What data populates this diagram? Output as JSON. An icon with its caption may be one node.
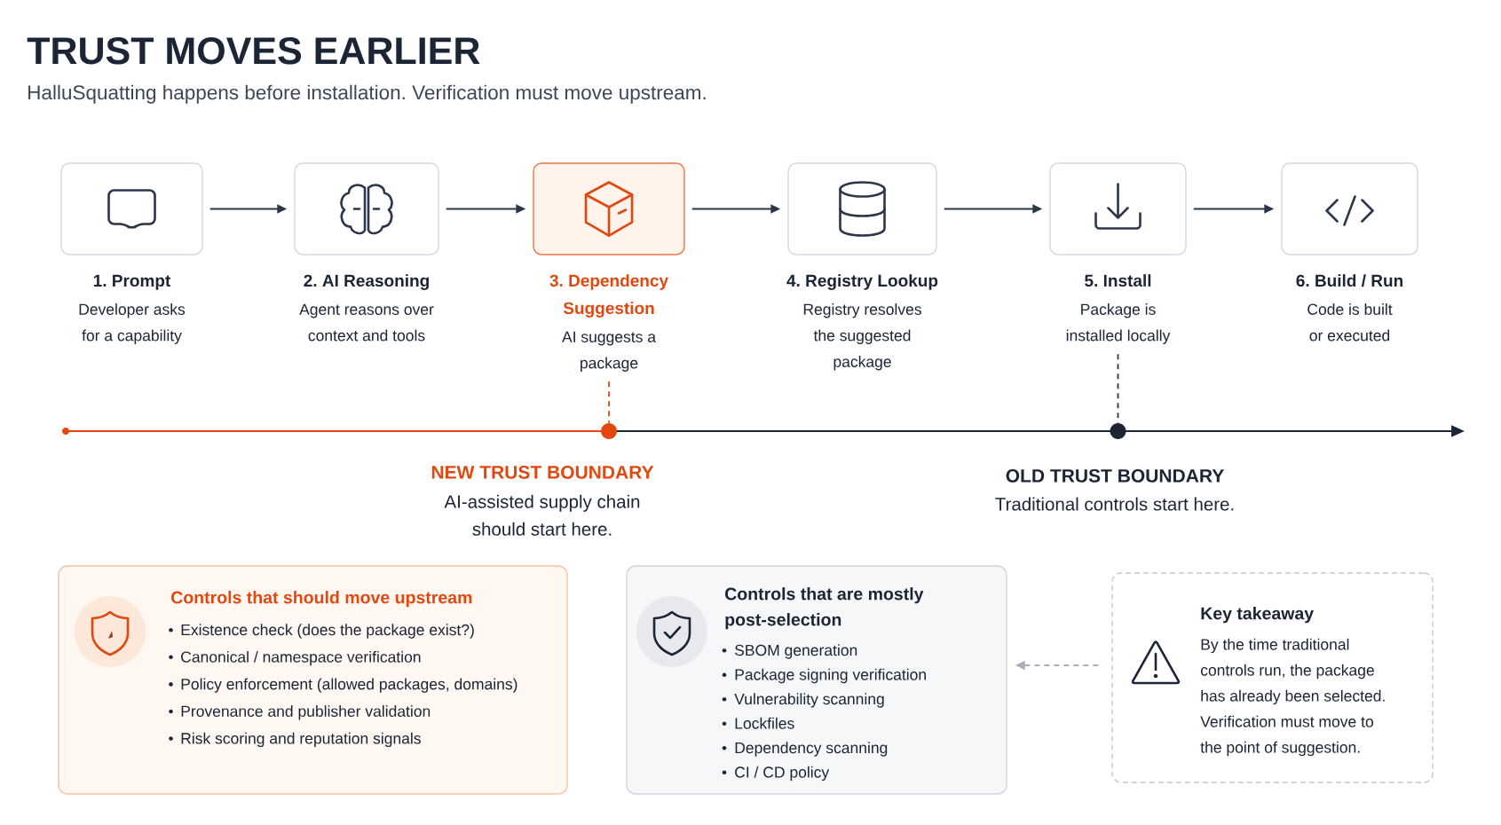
{
  "diagram": {
    "title": "TRUST MOVES EARLIER",
    "nodes": [
      {
        "text": [
          "1. Prompt",
          "Developer asks for a capability"
        ]
      },
      {
        "text": [
          "2. AI Reasoning",
          "Agent reasons over context and tools"
        ]
      },
      {
        "text": [
          "3. Dependency Suggestion",
          "AI suggests a package"
        ]
      },
      {
        "text": [
          "4. Registry Lookup",
          "Registry resolves the suggested package"
        ]
      },
      {
        "text": [
          "5. Install",
          "Package is installed locally"
        ]
      },
      {
        "text": [
          "6. Build / Run",
          "Code is built or executed"
        ]
      },
      {
        "text": [],
        "shape": "circle"
      },
      {
        "text": [],
        "shape": "circle"
      },
      {
        "text": [
          "Controls that should move upstream",
          "Existence check (does the package exist?)",
          "Canonical / namespace verification",
          "Policy enforcement (allowed packages, domains)",
          "Provenance and publisher validation",
          "Risk scoring and reputation signals"
        ]
      },
      {
        "text": [
          "Controls that are mostly post-selection",
          "SBOM generation",
          "Package signing verification",
          "Vulnerability scanning",
          "Lockfiles",
          "Dependency scanning",
          "CI / CD policy"
        ]
      },
      {
        "text": [
          "Key takeaway",
          "By the time traditional controls run, the package has already been selected. Verification must move to the point of suggestion."
        ]
      }
    ],
    "edges": [
      {
        "from": 0,
        "to": 1,
        "arrow": "to"
      },
      {
        "from": 1,
        "to": 2,
        "arrow": "to"
      },
      {
        "from": 2,
        "to": 3,
        "arrow": "to"
      },
      {
        "from": 3,
        "to": 4,
        "arrow": "to"
      },
      {
        "from": 4,
        "to": 5,
        "arrow": "to"
      },
      {
        "from": 2,
        "to": 6,
        "arrow": "none",
        "style": "dashed",
        "color": "#e2480e"
      },
      {
        "from": 4,
        "to": 7,
        "arrow": "none",
        "style": "dashed"
      },
      {
        "from": 10,
        "to": 9,
        "arrow": "to",
        "style": "dashed",
        "color": "#a8afb8"
      }
    ],
    "labels": [
      "HalluSquatting happens before installation. Verification must move upstream.",
      "NEW TRUST BOUNDARY",
      "AI-assisted supply chain should start here.",
      "OLD TRUST BOUNDARY",
      "Traditional controls start here."
    ]
  }
}
